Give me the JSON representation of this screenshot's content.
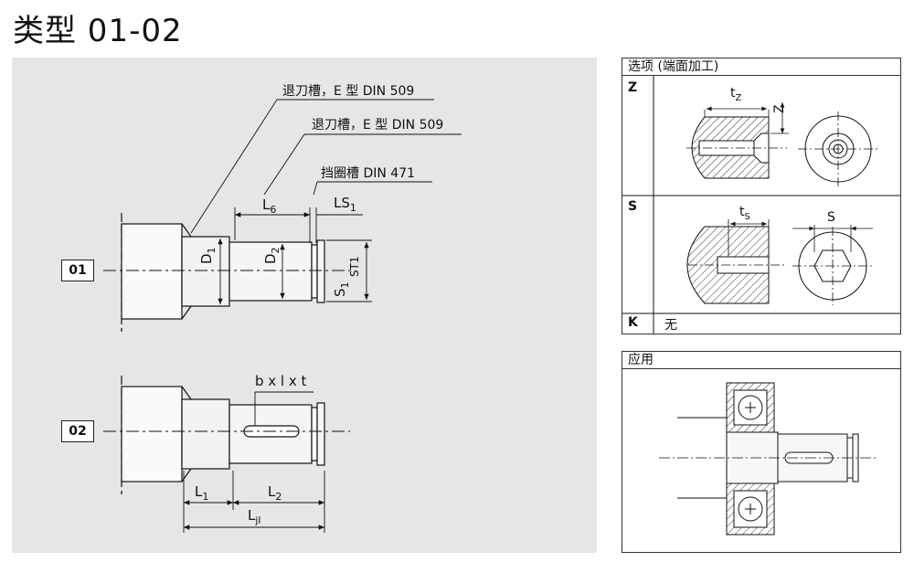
{
  "title": "类型 01-02",
  "left": {
    "callout_top": "退刀槽，E 型 DIN 509",
    "callout_mid": "退刀槽，E 型 DIN 509",
    "callout_ring": "挡圈槽 DIN 471",
    "type_01": "01",
    "type_02": "02",
    "dims_01": {
      "L": "L",
      "L_sub": "6",
      "LS": "LS",
      "LS_sub": "1",
      "D1": "D",
      "D1_sub": "1",
      "D2": "D",
      "D2_sub": "2",
      "S": "S",
      "S_sub": "1",
      "ST": "ST1"
    },
    "dims_02": {
      "key": "b x l x t",
      "L1": "L",
      "L1_sub": "1",
      "L2": "L",
      "L2_sub": "2",
      "Ljl": "L",
      "Ljl_sub": "jl"
    }
  },
  "options": {
    "header": "选项 (端面加工)",
    "rows": [
      {
        "code": "Z",
        "dim_t": "t",
        "dim_t_sub": "Z",
        "dim_z": "Z"
      },
      {
        "code": "S",
        "dim_t": "t",
        "dim_t_sub": "S",
        "dim_s": "S"
      },
      {
        "code": "K",
        "text": "无"
      }
    ]
  },
  "application": {
    "header": "应用"
  }
}
